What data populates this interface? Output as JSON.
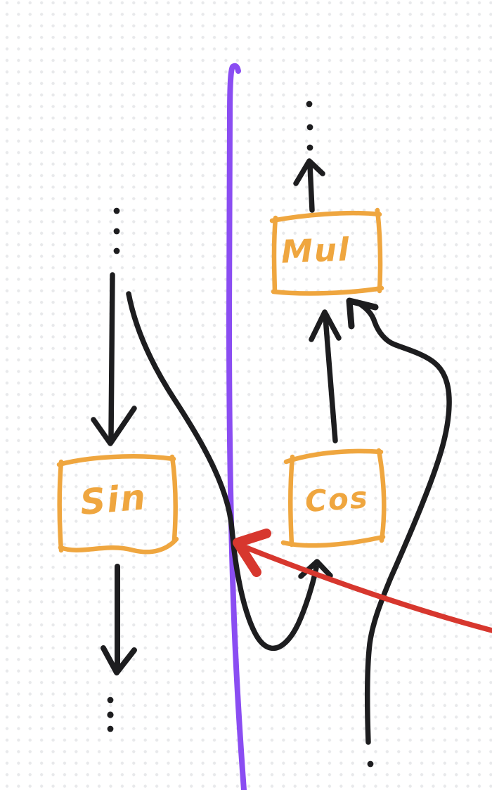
{
  "colors": {
    "background": "#ffffff",
    "grid_dot": "#e8e9eb",
    "ink_black": "#1d1d1f",
    "box_orange": "#efa63f",
    "divider_purple": "#8a4df2",
    "pointer_red": "#d7372e"
  },
  "diagram": {
    "nodes": [
      {
        "id": "sin",
        "label": "Sin"
      },
      {
        "id": "cos",
        "label": "Cos"
      },
      {
        "id": "mul",
        "label": "Mul"
      }
    ],
    "arrows": [
      {
        "name": "arrow-into-sin",
        "style": "straight-down",
        "color": "#1d1d1f"
      },
      {
        "name": "arrow-out-of-sin",
        "style": "straight-down",
        "color": "#1d1d1f"
      },
      {
        "name": "arrow-out-of-mul",
        "style": "straight-up",
        "color": "#1d1d1f"
      },
      {
        "name": "arrow-cos-to-mul",
        "style": "straight-up",
        "color": "#1d1d1f"
      },
      {
        "name": "curved-edge-into-cos-bottom",
        "style": "s-curve-loop",
        "color": "#1d1d1f"
      },
      {
        "name": "curved-edge-into-mul-right",
        "style": "curve-from-below",
        "color": "#1d1d1f"
      },
      {
        "name": "red-pointer-arrow",
        "style": "pointer-from-right",
        "color": "#d7372e"
      }
    ],
    "ellipses": [
      {
        "name": "ellipsis-above-sin",
        "dots": 3
      },
      {
        "name": "ellipsis-below-sin",
        "dots": 3
      },
      {
        "name": "ellipsis-above-mul",
        "dots": 3
      },
      {
        "name": "ellipsis-below-right-input",
        "dots": 1
      }
    ],
    "divider": {
      "name": "purple-divider-line",
      "orientation": "vertical",
      "color": "#8a4df2"
    }
  }
}
